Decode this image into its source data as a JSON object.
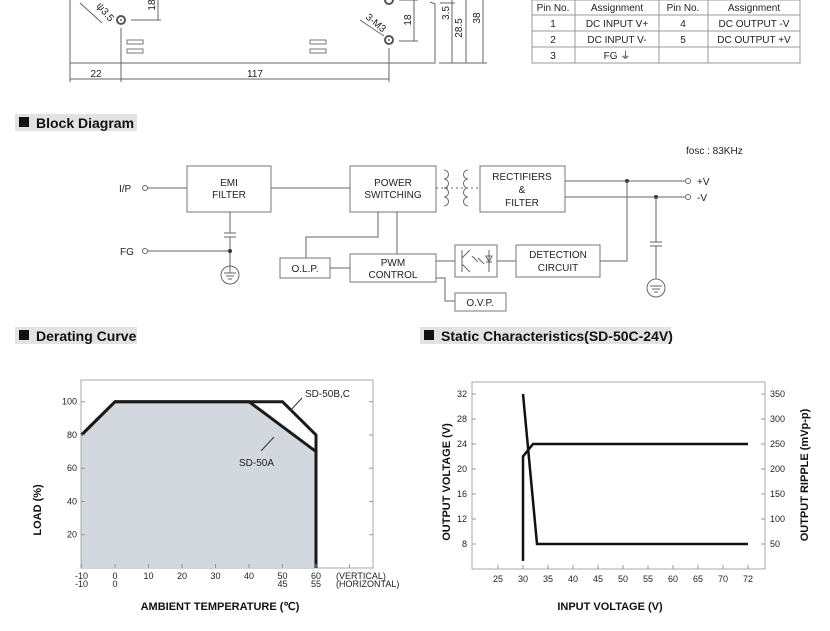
{
  "mechanical": {
    "dim_22": "22",
    "dim_117": "117",
    "dim_18_top": "18",
    "dim_18_right": "18",
    "dim_3_5": "3.5",
    "dim_28_5": "28.5",
    "dim_38": "38",
    "hole_label": "ψ3.5",
    "screw_label": "3-M3"
  },
  "pin_table": {
    "headers": [
      "Pin No.",
      "Assignment",
      "Pin No.",
      "Assignment"
    ],
    "rows": [
      [
        "1",
        "DC INPUT V+",
        "4",
        "DC OUTPUT -V"
      ],
      [
        "2",
        "DC INPUT V-",
        "5",
        "DC OUTPUT +V"
      ],
      [
        "3",
        "FG ⏚",
        "",
        ""
      ]
    ]
  },
  "sections": {
    "block_diagram": "Block Diagram",
    "derating": "Derating Curve",
    "static": "Static Characteristics(SD-50C-24V)"
  },
  "block_diagram": {
    "fosc": "fosc : 83KHz",
    "ip": "I/P",
    "fg": "FG",
    "plus_v": "+V",
    "minus_v": "-V",
    "emi_1": "EMI",
    "emi_2": "FILTER",
    "pw_1": "POWER",
    "pw_2": "SWITCHING",
    "rect_1": "RECTIFIERS",
    "rect_2": "&",
    "rect_3": "FILTER",
    "olp": "O.L.P.",
    "pwm_1": "PWM",
    "pwm_2": "CONTROL",
    "det_1": "DETECTION",
    "det_2": "CIRCUIT",
    "ovp": "O.V.P."
  },
  "chart_data": [
    {
      "type": "area",
      "title": "Derating Curve",
      "xlabel": "AMBIENT TEMPERATURE (℃)",
      "ylabel": "LOAD (%)",
      "xlim": [
        -10,
        77.5
      ],
      "ylim": [
        0,
        112
      ],
      "x_ticks": [
        -10,
        0,
        10,
        20,
        30,
        40,
        50,
        60,
        70
      ],
      "x_tick_labels_vertical": [
        "-10",
        "0",
        "10",
        "20",
        "30",
        "40",
        "50",
        "60"
      ],
      "x_tick_labels_horizontal": [
        "-10",
        "0",
        "",
        "",
        "",
        "",
        "45",
        "55"
      ],
      "x_axis_note_1": "(VERTICAL)",
      "x_axis_note_2": "(HORIZONTAL)",
      "y_ticks": [
        20,
        40,
        60,
        80,
        100
      ],
      "series": [
        {
          "name": "SD-50B,C",
          "x": [
            -10,
            0,
            50,
            60,
            60
          ],
          "y": [
            80,
            100,
            100,
            80,
            0
          ]
        },
        {
          "name": "SD-50A",
          "x": [
            -10,
            0,
            40,
            60,
            60
          ],
          "y": [
            80,
            100,
            100,
            70,
            0
          ]
        }
      ],
      "fill_color": "#d3d7de"
    },
    {
      "type": "line",
      "title": "Static Characteristics(SD-50C-24V)",
      "xlabel": "INPUT VOLTAGE (V)",
      "ylabel": "OUTPUT VOLTAGE (V)",
      "ylabel_right": "OUTPUT RIPPLE (mVp-p)",
      "x_ticks": [
        "25",
        "30",
        "35",
        "40",
        "45",
        "50",
        "55",
        "60",
        "65",
        "70",
        "72"
      ],
      "y_ticks": [
        8,
        12,
        16,
        20,
        24,
        28,
        32
      ],
      "y_right_ticks": [
        50,
        100,
        150,
        200,
        250,
        300,
        350
      ],
      "series": [
        {
          "name": "Output Voltage",
          "axis": "left",
          "x": [
            30,
            30,
            32,
            72
          ],
          "y": [
            5.3,
            22,
            24,
            24
          ]
        },
        {
          "name": "Output Ripple",
          "axis": "right",
          "x": [
            30,
            32.8,
            72
          ],
          "y": [
            350,
            50,
            50
          ]
        }
      ]
    }
  ]
}
